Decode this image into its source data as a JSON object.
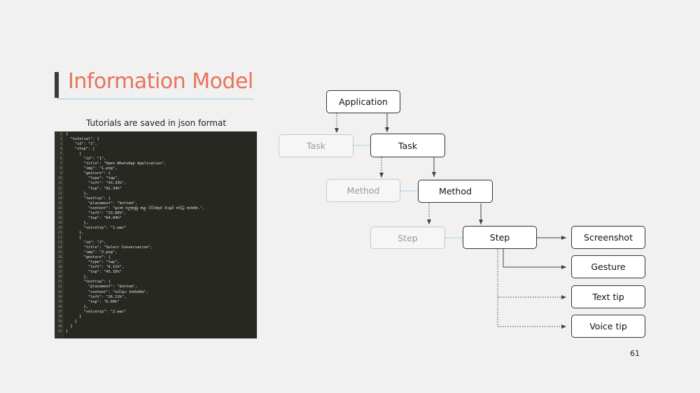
{
  "slide": {
    "title": "Information Model",
    "caption": "Tutorials are saved in json format",
    "page_number": "61"
  },
  "code": {
    "line_numbers": "1\n2\n3\n4\n5\n6\n7\n8\n9\n10\n11\n12\n13\n14\n15\n16\n17\n18\n19\n20\n21\n22\n23\n24\n25\n26\n27\n28\n29\n30\n31\n32\n33\n34\n35\n36\n37\n38\n39\n40\n41",
    "text": "{\n  \"tutorial\": {\n    \"id\": \"1\",\n    \"step\": [\n      {\n        \"id\": \"1\",\n        \"title\": \"Open WhatsApp Application\",\n        \"img\": \"1.png\",\n        \"gesture\": {\n          \"type\": \"tap\",\n          \"left\": \"43.33%\",\n          \"top\": \"82.34%\"\n        },\n        \"texttip\": {\n          \"placement\": \"bottom\",\n          \"content\": \"ඉහත සලකුණු කළ වට්ස්ඇප් යෙදුම තට්ටු කරන්න.\",\n          \"left\": \"23.06%\",\n          \"top\": \"64.04%\"\n        },\n        \"voicetip\": \"1.wav\"\n      },\n      {\n        \"id\": \"2\",\n        \"title\": \"Select Conversation\",\n        \"img\": \"2.png\",\n        \"gesture\": {\n          \"type\": \"tap\",\n          \"left\": \"6.11%\",\n          \"top\": \"45.16%\"\n        },\n        \"texttip\": {\n          \"placement\": \"bottom\",\n          \"content\": \"සංවාදය තෝරන්න\",\n          \"left\": \"26.11%\",\n          \"top\": \"6.09%\"\n        },\n        \"voicetip\": \"2.wav\"\n      }\n    ]\n  }\n}"
  },
  "diagram": {
    "application": "Application",
    "task_faded": "Task",
    "task": "Task",
    "method_faded": "Method",
    "method": "Method",
    "step_faded": "Step",
    "step": "Step",
    "screenshot": "Screenshot",
    "gesture": "Gesture",
    "text_tip": "Text tip",
    "voice_tip": "Voice tip"
  }
}
